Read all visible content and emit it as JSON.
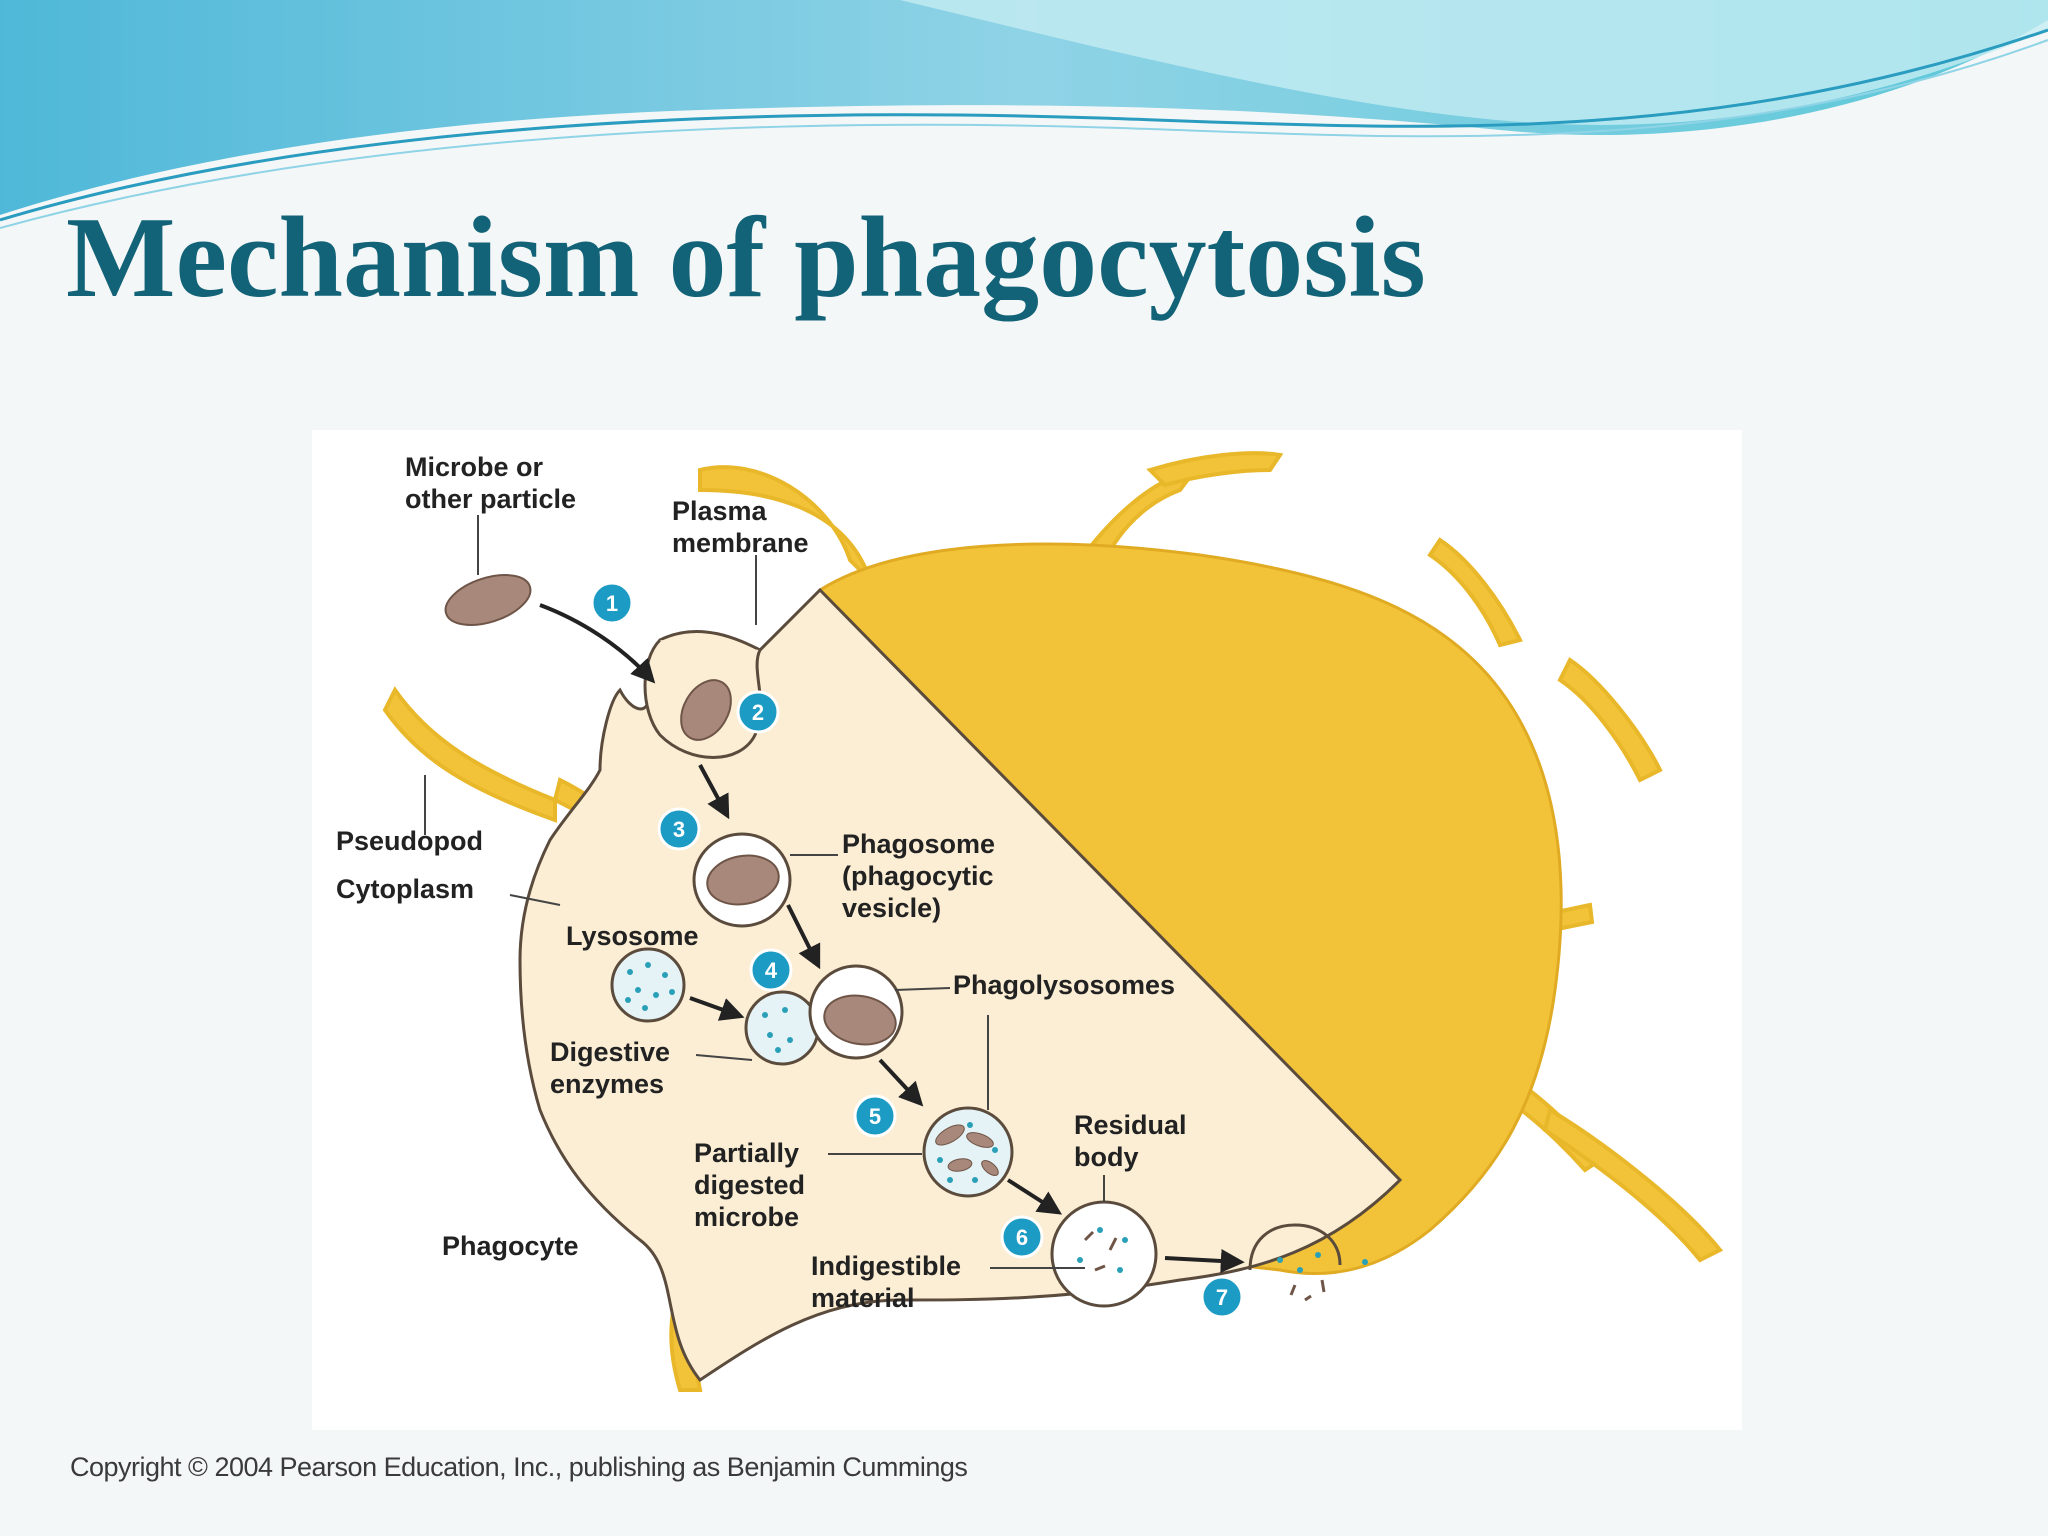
{
  "slide": {
    "title": "Mechanism of phagocytosis",
    "copyright": "Copyright © 2004 Pearson Education, Inc., publishing as Benjamin Cummings"
  },
  "colors": {
    "title": "#136378",
    "banner": "#5fc3df",
    "cell_outer": "#f2c338",
    "cytoplasm": "#fbeed4",
    "cut_face": "#d9c4b2",
    "microbe": "#a8887a",
    "step_badge": "#1c9bc4",
    "enzyme_dots": "#2aa0b8"
  },
  "diagram": {
    "labels": {
      "microbe": [
        "Microbe or",
        "other particle"
      ],
      "plasma_membrane": [
        "Plasma",
        "membrane"
      ],
      "pseudopod": "Pseudopod",
      "cytoplasm": "Cytoplasm",
      "phagosome": [
        "Phagosome",
        "(phagocytic",
        "vesicle)"
      ],
      "lysosome": "Lysosome",
      "phagolysosomes": "Phagolysosomes",
      "digestive_enzymes": [
        "Digestive",
        "enzymes"
      ],
      "residual_body": [
        "Residual",
        "body"
      ],
      "partially_digested": [
        "Partially",
        "digested",
        "microbe"
      ],
      "phagocyte": "Phagocyte",
      "indigestible": [
        "Indigestible",
        "material"
      ]
    },
    "steps": [
      "1",
      "2",
      "3",
      "4",
      "5",
      "6",
      "7"
    ]
  }
}
